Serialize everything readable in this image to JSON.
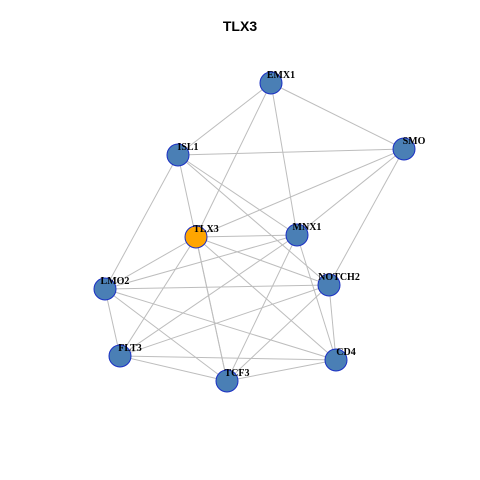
{
  "title": "TLX3",
  "colors": {
    "node_default": "#4a7fb5",
    "node_focus": "#ffa500",
    "node_stroke": "#1a2fc4",
    "edge": "#bdbdbd"
  },
  "graph": {
    "focus": "TLX3",
    "nodes": [
      {
        "id": "EMX1",
        "label": "EMX1"
      },
      {
        "id": "ISL1",
        "label": "ISL1"
      },
      {
        "id": "SMO",
        "label": "SMO"
      },
      {
        "id": "TLX3",
        "label": "TLX3"
      },
      {
        "id": "MNX1",
        "label": "MNX1"
      },
      {
        "id": "NOTCH2",
        "label": "NOTCH2"
      },
      {
        "id": "LMO2",
        "label": "LMO2"
      },
      {
        "id": "FLT3",
        "label": "FLT3"
      },
      {
        "id": "CD4",
        "label": "CD4"
      },
      {
        "id": "TCF3",
        "label": "TCF3"
      }
    ],
    "edges": [
      [
        "EMX1",
        "ISL1"
      ],
      [
        "EMX1",
        "SMO"
      ],
      [
        "EMX1",
        "TLX3"
      ],
      [
        "EMX1",
        "MNX1"
      ],
      [
        "ISL1",
        "SMO"
      ],
      [
        "ISL1",
        "LMO2"
      ],
      [
        "ISL1",
        "MNX1"
      ],
      [
        "ISL1",
        "NOTCH2"
      ],
      [
        "ISL1",
        "TCF3"
      ],
      [
        "SMO",
        "TLX3"
      ],
      [
        "SMO",
        "MNX1"
      ],
      [
        "SMO",
        "NOTCH2"
      ],
      [
        "TLX3",
        "MNX1"
      ],
      [
        "TLX3",
        "LMO2"
      ],
      [
        "TLX3",
        "FLT3"
      ],
      [
        "TLX3",
        "TCF3"
      ],
      [
        "TLX3",
        "NOTCH2"
      ],
      [
        "TLX3",
        "CD4"
      ],
      [
        "MNX1",
        "LMO2"
      ],
      [
        "MNX1",
        "FLT3"
      ],
      [
        "MNX1",
        "TCF3"
      ],
      [
        "MNX1",
        "CD4"
      ],
      [
        "NOTCH2",
        "LMO2"
      ],
      [
        "NOTCH2",
        "FLT3"
      ],
      [
        "NOTCH2",
        "TCF3"
      ],
      [
        "NOTCH2",
        "CD4"
      ],
      [
        "LMO2",
        "FLT3"
      ],
      [
        "LMO2",
        "TCF3"
      ],
      [
        "LMO2",
        "CD4"
      ],
      [
        "FLT3",
        "TCF3"
      ],
      [
        "FLT3",
        "CD4"
      ],
      [
        "TCF3",
        "CD4"
      ]
    ]
  }
}
